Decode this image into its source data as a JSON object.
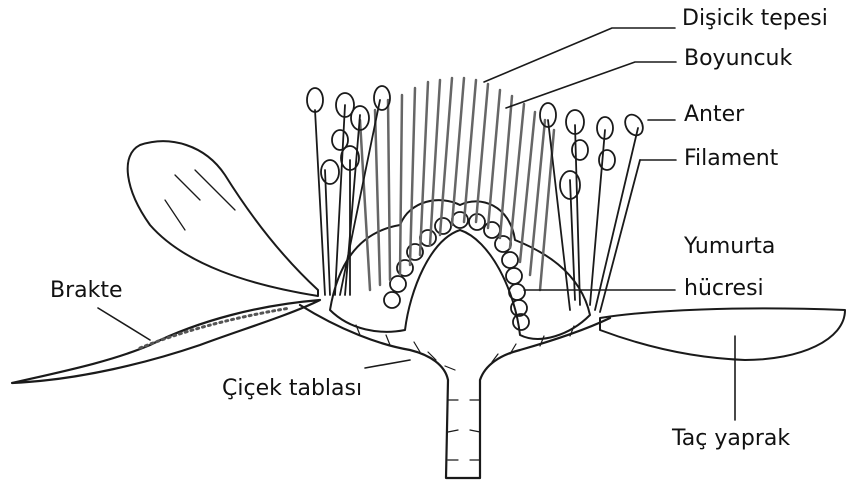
{
  "labels": {
    "stigma": "Dişicik tepesi",
    "style": "Boyuncuk",
    "anther": "Anter",
    "filament": "Filament",
    "ovule_line1": "Yumurta",
    "ovule_line2": "hücresi",
    "bract": "Brakte",
    "receptacle": "Çiçek tablası",
    "petal": "Taç yaprak"
  },
  "colors": {
    "ink": "#1a1a1a",
    "fill": "#ffffff",
    "stipple": "#555555"
  }
}
